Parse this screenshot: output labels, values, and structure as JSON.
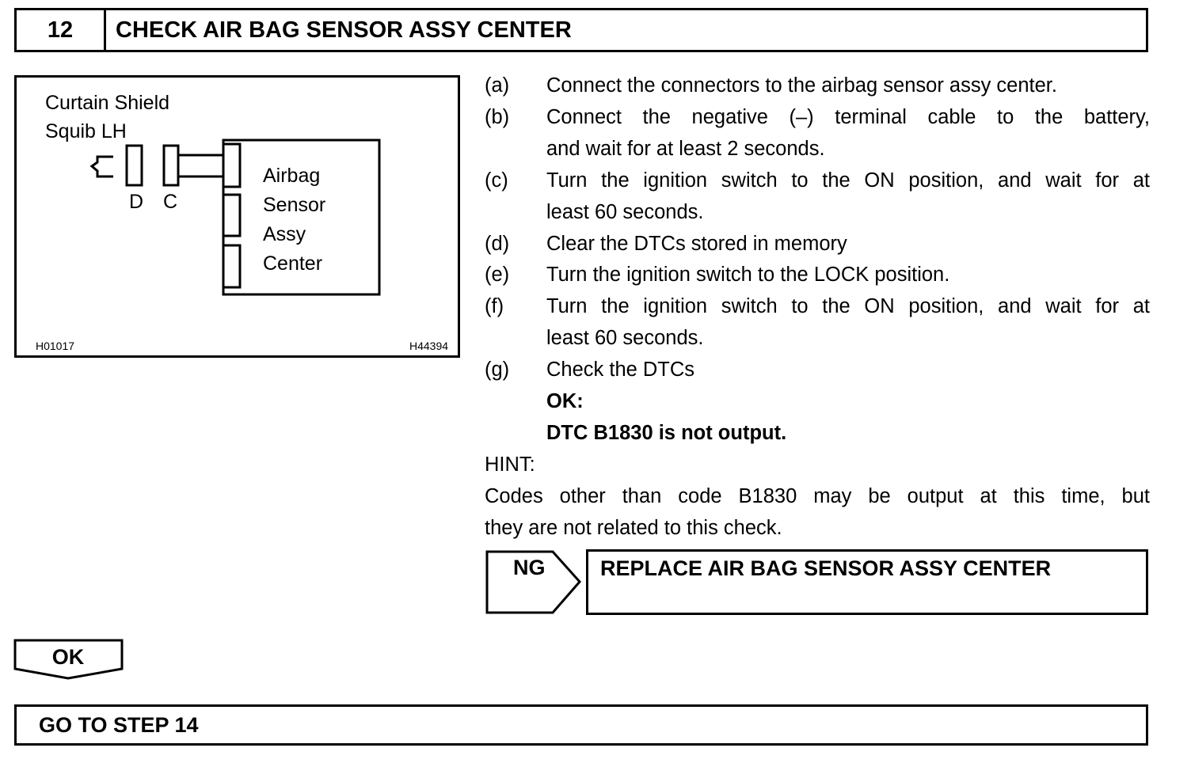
{
  "header": {
    "step_number": "12",
    "title": "CHECK AIR BAG SENSOR ASSY CENTER"
  },
  "figure": {
    "squib_label_line1": "Curtain Shield",
    "squib_label_line2": "Squib LH",
    "connector_d": "D",
    "connector_c": "C",
    "sensor_line1": "Airbag",
    "sensor_line2": "Sensor",
    "sensor_line3": "Assy",
    "sensor_line4": "Center",
    "code_left": "H01017",
    "code_right": "H44394"
  },
  "steps": [
    {
      "letter": "(a)",
      "lines": [
        "Connect the connectors to the airbag sensor assy center."
      ]
    },
    {
      "letter": "(b)",
      "lines": [
        "Connect the negative (–) terminal cable to the battery,",
        "and wait for at least 2 seconds."
      ]
    },
    {
      "letter": "(c)",
      "lines": [
        "Turn the ignition switch to the ON position, and wait for at",
        "least 60 seconds."
      ]
    },
    {
      "letter": "(d)",
      "lines": [
        "Clear the DTCs stored in memory"
      ]
    },
    {
      "letter": "(e)",
      "lines": [
        "Turn the ignition switch to the LOCK position."
      ]
    },
    {
      "letter": "(f)",
      "lines": [
        "Turn the ignition switch to the ON position, and wait for at",
        "least 60 seconds."
      ]
    },
    {
      "letter": "(g)",
      "lines": [
        "Check the DTCs"
      ]
    }
  ],
  "ok_criteria": {
    "label": "OK:",
    "text": "DTC B1830 is not output."
  },
  "hint": {
    "label": "HINT:",
    "line1": "Codes other than code B1830 may be output at this time, but",
    "line2": "they are not related to this check."
  },
  "ng": {
    "label": "NG",
    "action": "REPLACE AIR BAG SENSOR ASSY CENTER"
  },
  "ok": {
    "label": "OK"
  },
  "goto": {
    "text": "GO TO STEP 14"
  }
}
